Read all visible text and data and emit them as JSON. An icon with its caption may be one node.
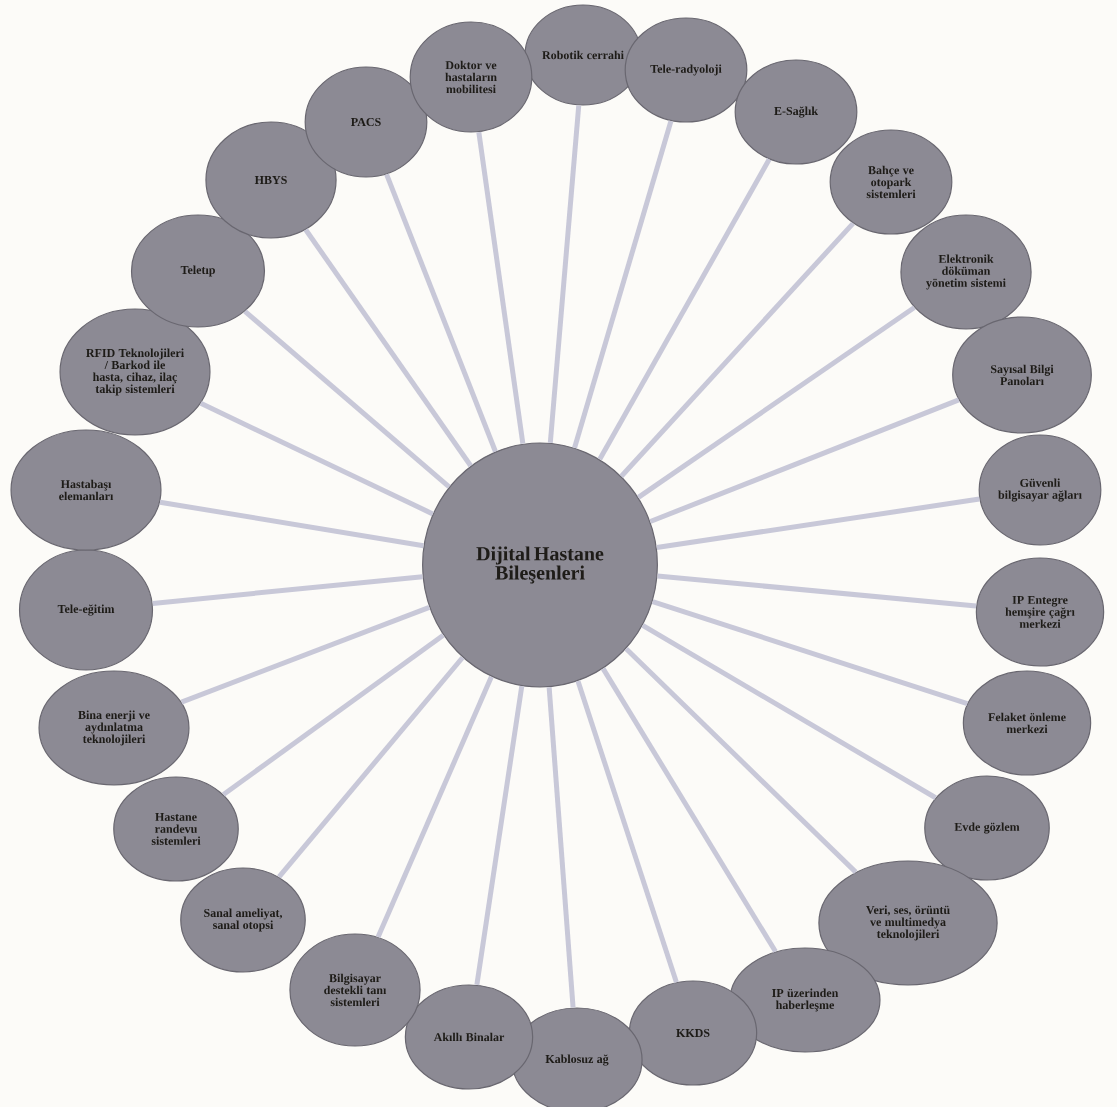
{
  "diagram": {
    "nodes": [
      {
        "text": [
          "Dijital Hastane Bileşenleri"
        ]
      },
      {
        "text": [
          "Robotik cerrahi"
        ]
      },
      {
        "text": [
          "Tele-radyoloji"
        ]
      },
      {
        "text": [
          "E-Sağlık"
        ]
      },
      {
        "text": [
          "Bahçe ve otopark sistemleri"
        ]
      },
      {
        "text": [
          "Elektronik döküman yönetim sistemi"
        ]
      },
      {
        "text": [
          "Sayısal Bilgi Panoları"
        ]
      },
      {
        "text": [
          "Güvenli bilgisayar ağları"
        ]
      },
      {
        "text": [
          "IP Entegre hemşire çağrı merkezi"
        ]
      },
      {
        "text": [
          "Felaket önleme merkezi"
        ]
      },
      {
        "text": [
          "Evde gözlem"
        ]
      },
      {
        "text": [
          "Veri, ses, örüntü ve multimedya teknolojileri"
        ]
      },
      {
        "text": [
          "IP üzerinden haberleşme"
        ]
      },
      {
        "text": [
          "KKDS"
        ]
      },
      {
        "text": [
          "Kablosuz ağ"
        ]
      },
      {
        "text": [
          "Akıllı Binalar"
        ]
      },
      {
        "text": [
          "Bilgisayar destekli tanı sistemleri"
        ]
      },
      {
        "text": [
          "Sanal ameliyat, sanal otopsi"
        ]
      },
      {
        "text": [
          "Hastane randevu sistemleri"
        ]
      },
      {
        "text": [
          "Bina enerji ve aydınlatma teknolojileri"
        ]
      },
      {
        "text": [
          "Tele-eğitim"
        ]
      },
      {
        "text": [
          "Hastabaşı elemanları"
        ]
      },
      {
        "text": [
          "RFID Teknolojileri / Barkod ile hasta, cihaz, ilaç takip sistemleri"
        ]
      },
      {
        "text": [
          "Teletıp"
        ]
      },
      {
        "text": [
          "HBYS"
        ]
      },
      {
        "text": [
          "PACS"
        ]
      },
      {
        "text": [
          "Doktor ve hastaların mobilitesi"
        ]
      }
    ],
    "edges": [
      {
        "from": 0,
        "to": 1,
        "arrow": "none"
      },
      {
        "from": 0,
        "to": 2,
        "arrow": "none"
      },
      {
        "from": 0,
        "to": 3,
        "arrow": "none"
      },
      {
        "from": 0,
        "to": 4,
        "arrow": "none"
      },
      {
        "from": 0,
        "to": 5,
        "arrow": "none"
      },
      {
        "from": 0,
        "to": 6,
        "arrow": "none"
      },
      {
        "from": 0,
        "to": 7,
        "arrow": "none"
      },
      {
        "from": 0,
        "to": 8,
        "arrow": "none"
      },
      {
        "from": 0,
        "to": 9,
        "arrow": "none"
      },
      {
        "from": 0,
        "to": 10,
        "arrow": "none"
      },
      {
        "from": 0,
        "to": 11,
        "arrow": "none"
      },
      {
        "from": 0,
        "to": 12,
        "arrow": "none"
      },
      {
        "from": 0,
        "to": 13,
        "arrow": "none"
      },
      {
        "from": 0,
        "to": 14,
        "arrow": "none"
      },
      {
        "from": 0,
        "to": 15,
        "arrow": "none"
      },
      {
        "from": 0,
        "to": 16,
        "arrow": "none"
      },
      {
        "from": 0,
        "to": 17,
        "arrow": "none"
      },
      {
        "from": 0,
        "to": 18,
        "arrow": "none"
      },
      {
        "from": 0,
        "to": 19,
        "arrow": "none"
      },
      {
        "from": 0,
        "to": 20,
        "arrow": "none"
      },
      {
        "from": 0,
        "to": 21,
        "arrow": "none"
      },
      {
        "from": 0,
        "to": 22,
        "arrow": "none"
      },
      {
        "from": 0,
        "to": 23,
        "arrow": "none"
      },
      {
        "from": 0,
        "to": 24,
        "arrow": "none"
      },
      {
        "from": 0,
        "to": 25,
        "arrow": "none"
      },
      {
        "from": 0,
        "to": 26,
        "arrow": "none"
      }
    ]
  }
}
